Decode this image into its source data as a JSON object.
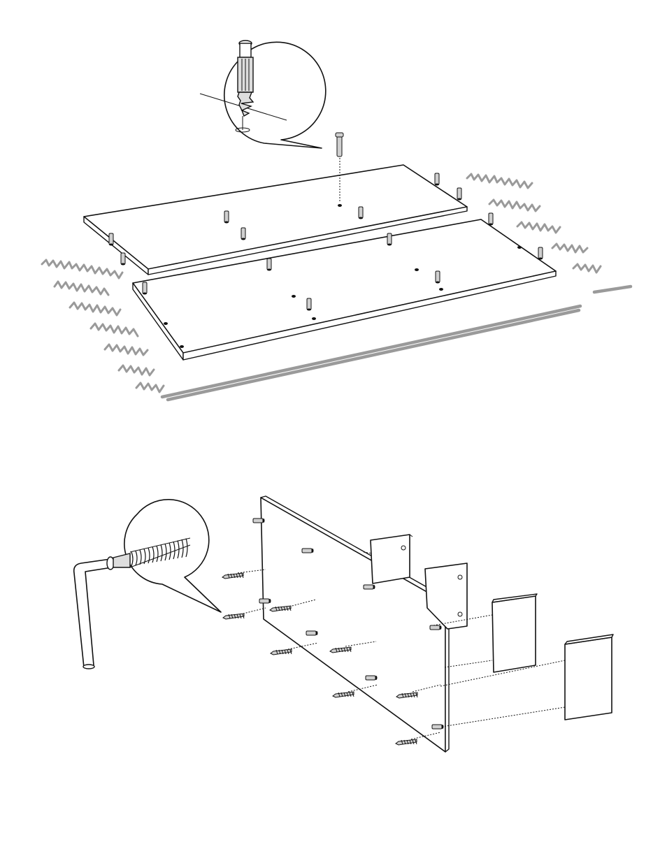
{
  "figure": {
    "top_step": {
      "description_icons": [
        "cam-dowel-icon",
        "carpet-protection-icon"
      ],
      "dowel_count": 14
    },
    "bottom_step": {
      "description_icons": [
        "allen-key-icon",
        "screw-icon"
      ],
      "screw_count": 8,
      "cam_bolt_count": 8
    }
  }
}
